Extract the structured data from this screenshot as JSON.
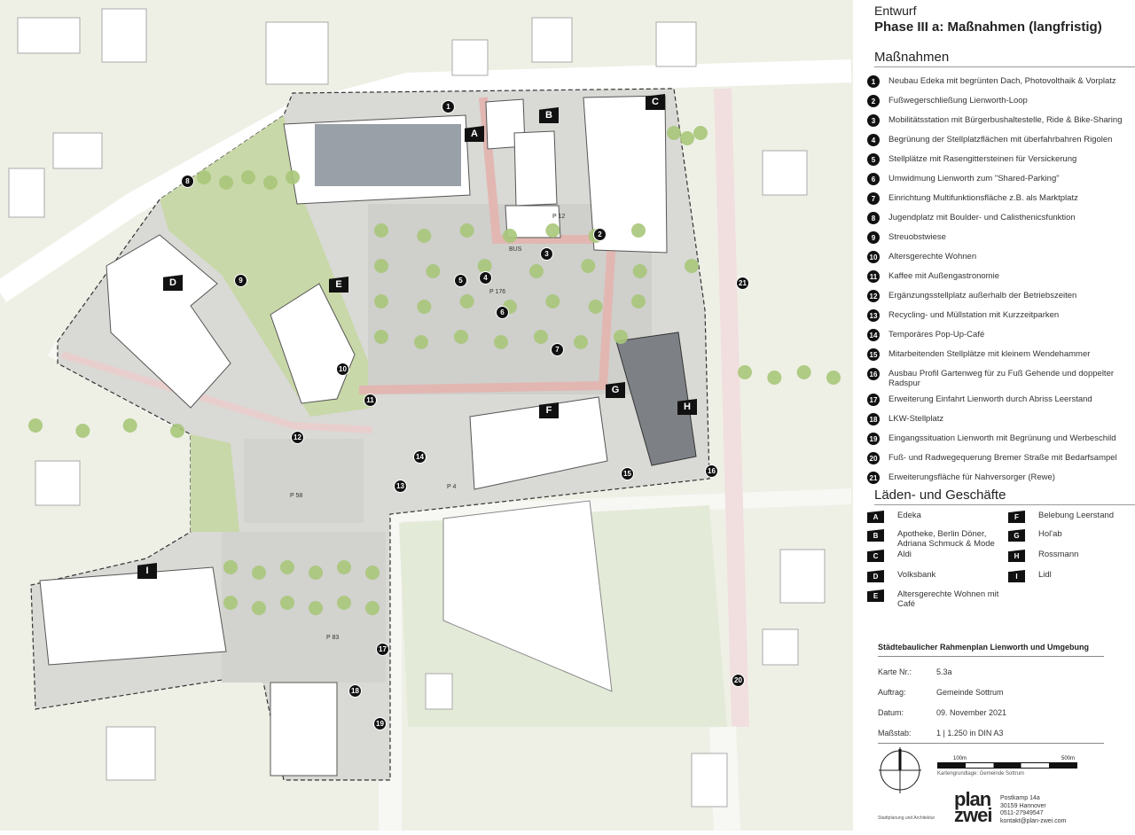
{
  "header": {
    "status": "Entwurf",
    "title": "Phase III a: Maßnahmen (langfristig)"
  },
  "measures_heading": "Maßnahmen",
  "measures": [
    {
      "num": "1",
      "text": "Neubau Edeka mit begrünten Dach, Photovolthaik & Vorplatz"
    },
    {
      "num": "2",
      "text": "Fußwegerschließung Lienworth-Loop"
    },
    {
      "num": "3",
      "text": "Mobilitätsstation mit Bürgerbushaltestelle, Ride & Bike-Sharing"
    },
    {
      "num": "4",
      "text": "Begrünung der Stellplatzflächen mit überfahrbahren Rigolen"
    },
    {
      "num": "5",
      "text": "Stellplätze mit Rasengittersteinen für Versickerung"
    },
    {
      "num": "6",
      "text": "Umwidmung Lienworth zum \"Shared-Parking\""
    },
    {
      "num": "7",
      "text": "Einrichtung Multifunktionsfläche z.B. als Marktplatz"
    },
    {
      "num": "8",
      "text": "Jugendplatz mit Boulder- und Calisthenicsfunktion"
    },
    {
      "num": "9",
      "text": "Streuobstwiese"
    },
    {
      "num": "10",
      "text": "Altersgerechte Wohnen"
    },
    {
      "num": "11",
      "text": "Kaffee mit Außengastronomie"
    },
    {
      "num": "12",
      "text": "Ergänzungsstellplatz außerhalb der Betriebszeiten"
    },
    {
      "num": "13",
      "text": "Recycling- und Müllstation mit Kurzzeitparken"
    },
    {
      "num": "14",
      "text": "Temporäres Pop-Up-Café"
    },
    {
      "num": "15",
      "text": "Mitarbeitenden Stellplätze mit kleinem Wendehammer"
    },
    {
      "num": "16",
      "text": "Ausbau Profil Gartenweg für zu Fuß Gehende und doppelter Radspur"
    },
    {
      "num": "17",
      "text": "Erweiterung Einfahrt Lienworth durch Abriss Leerstand"
    },
    {
      "num": "18",
      "text": "LKW-Stellplatz"
    },
    {
      "num": "19",
      "text": "Eingangssituation Lienworth mit Begrünung und Werbeschild"
    },
    {
      "num": "20",
      "text": "Fuß- und Radwegequerung Bremer Straße mit Bedarfsampel"
    },
    {
      "num": "21",
      "text": "Erweiterungsfläche für Nahversorger (Rewe)"
    }
  ],
  "shops_heading": "Läden- und Geschäfte",
  "shops": [
    {
      "letter": "A",
      "text": "Edeka"
    },
    {
      "letter": "B",
      "text": "Apotheke, Berlin Döner, Adriana Schmuck & Mode"
    },
    {
      "letter": "C",
      "text": "Aldi"
    },
    {
      "letter": "D",
      "text": "Volksbank"
    },
    {
      "letter": "E",
      "text": "Altersgerechte Wohnen mit Café"
    },
    {
      "letter": "F",
      "text": "Belebung Leerstand"
    },
    {
      "letter": "G",
      "text": "Hol'ab"
    },
    {
      "letter": "H",
      "text": "Rossmann"
    },
    {
      "letter": "I",
      "text": "Lidl"
    }
  ],
  "map_labels": {
    "p12": "P 12",
    "bus": "BUS",
    "p176": "P 176",
    "p58": "P 58",
    "p4": "P 4",
    "p83": "P 83"
  },
  "titleblock": {
    "title": "Städtebaulicher Rahmenplan Lienworth und Umgebung",
    "rows": [
      {
        "key": "Karte Nr.:",
        "value": "5.3a"
      },
      {
        "key": "Auftrag:",
        "value": "Gemeinde Sottrum"
      },
      {
        "key": "Datum:",
        "value": "09. November 2021"
      },
      {
        "key": "Maßstab:",
        "value": "1 | 1.250 in DIN A3"
      }
    ],
    "scale_left": "100m",
    "scale_right": "500m",
    "scale_note": "Kartengrundlage: Gemeinde Sottrum",
    "logo_top": "plan",
    "logo_bottom": "zwei",
    "firm_tagline": "Stadtplanung und Architektur",
    "address": [
      "Postkamp 14a",
      "30159 Hannover",
      "0511-27949547",
      "kontakt@plan-zwei.com"
    ]
  }
}
